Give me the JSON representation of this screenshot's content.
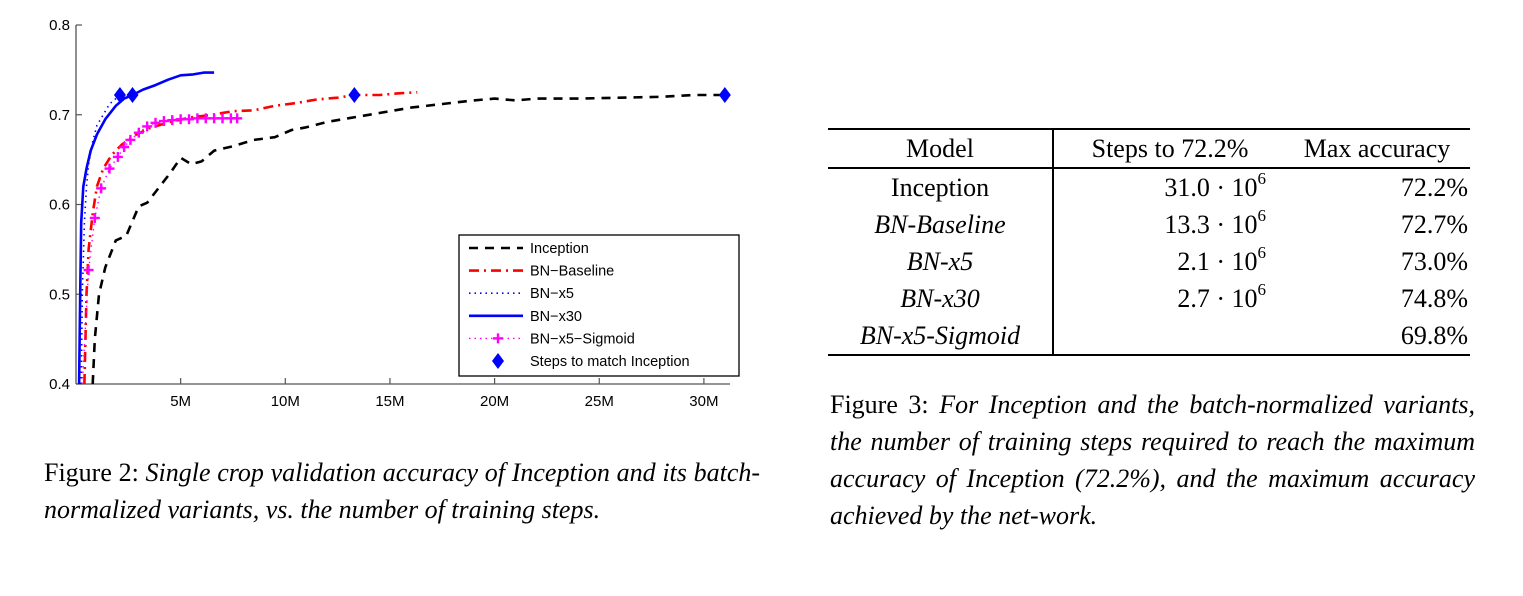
{
  "chart_data": {
    "type": "line",
    "title": "",
    "xlabel": "",
    "ylabel": "",
    "xlim": [
      0,
      31.5
    ],
    "ylim": [
      0.4,
      0.8
    ],
    "x_unit": "M steps",
    "xticks": [
      5,
      10,
      15,
      20,
      25,
      30
    ],
    "xtick_labels": [
      "5M",
      "10M",
      "15M",
      "20M",
      "25M",
      "30M"
    ],
    "yticks": [
      0.4,
      0.5,
      0.6,
      0.7,
      0.8
    ],
    "ytick_labels": [
      "0.4",
      "0.5",
      "0.6",
      "0.7",
      "0.8"
    ],
    "grid": false,
    "legend_position": "bottom-right",
    "series": [
      {
        "name": "Inception",
        "style": "dashed",
        "color": "#000000",
        "x": [
          0.8,
          0.9,
          1.1,
          1.4,
          1.9,
          2.4,
          3.0,
          3.4,
          4.0,
          4.5,
          5.0,
          5.5,
          6.0,
          6.6,
          7.5,
          8.5,
          9.5,
          10.3,
          11.0,
          12.0,
          13.0,
          14.0,
          15.0,
          16.0,
          17.5,
          19.0,
          20.0,
          21.0,
          22.0,
          24.0,
          26.0,
          28.0,
          29.5,
          31.0
        ],
        "y": [
          0.4,
          0.45,
          0.5,
          0.53,
          0.56,
          0.565,
          0.598,
          0.602,
          0.62,
          0.635,
          0.652,
          0.645,
          0.648,
          0.66,
          0.665,
          0.672,
          0.675,
          0.683,
          0.686,
          0.692,
          0.696,
          0.7,
          0.704,
          0.708,
          0.712,
          0.716,
          0.718,
          0.716,
          0.718,
          0.718,
          0.719,
          0.72,
          0.722,
          0.722
        ]
      },
      {
        "name": "BN-Baseline",
        "style": "dash-dot",
        "color": "#ff0000",
        "x": [
          0.4,
          0.5,
          0.6,
          0.8,
          1.0,
          1.3,
          1.7,
          2.2,
          2.8,
          3.5,
          4.5,
          5.5,
          6.5,
          7.5,
          8.5,
          9.5,
          10.5,
          11.5,
          12.5,
          13.3,
          14.5,
          15.5,
          16.3
        ],
        "y": [
          0.4,
          0.5,
          0.55,
          0.59,
          0.62,
          0.64,
          0.655,
          0.667,
          0.677,
          0.685,
          0.692,
          0.697,
          0.7,
          0.704,
          0.705,
          0.71,
          0.713,
          0.717,
          0.719,
          0.722,
          0.722,
          0.724,
          0.725
        ]
      },
      {
        "name": "BN-x5",
        "style": "dotted",
        "color": "#0000ff",
        "x": [
          0.25,
          0.3,
          0.4,
          0.5,
          0.6,
          0.8,
          1.0,
          1.3,
          1.6,
          2.1
        ],
        "y": [
          0.4,
          0.5,
          0.58,
          0.62,
          0.645,
          0.67,
          0.688,
          0.7,
          0.712,
          0.722
        ]
      },
      {
        "name": "BN-x30",
        "style": "solid",
        "color": "#0000ff",
        "x": [
          0.15,
          0.2,
          0.25,
          0.35,
          0.5,
          0.7,
          1.0,
          1.4,
          1.9,
          2.3,
          2.7,
          3.2,
          3.8,
          4.4,
          5.0,
          5.6,
          6.1,
          6.6
        ],
        "y": [
          0.4,
          0.5,
          0.58,
          0.62,
          0.64,
          0.66,
          0.678,
          0.695,
          0.71,
          0.718,
          0.722,
          0.728,
          0.733,
          0.739,
          0.744,
          0.745,
          0.747,
          0.747
        ]
      },
      {
        "name": "BN-x5-Sigmoid",
        "style": "dotted-plus",
        "color": "#ff00ff",
        "x": [
          0.3,
          0.6,
          0.9,
          1.2,
          1.6,
          2.0,
          2.3,
          2.6,
          3.0,
          3.4,
          3.8,
          4.2,
          4.6,
          5.0,
          5.4,
          5.8,
          6.2,
          6.6,
          7.0,
          7.4,
          7.7
        ],
        "y": [
          0.4,
          0.527,
          0.585,
          0.618,
          0.64,
          0.653,
          0.664,
          0.672,
          0.68,
          0.687,
          0.691,
          0.693,
          0.694,
          0.695,
          0.695,
          0.696,
          0.696,
          0.696,
          0.696,
          0.696,
          0.696
        ]
      }
    ],
    "markers": {
      "name": "Steps to match Inception",
      "shape": "diamond",
      "color": "#0000ff",
      "points": [
        {
          "series": "BN-x5",
          "x": 2.1,
          "y": 0.722
        },
        {
          "series": "BN-x30",
          "x": 2.7,
          "y": 0.722
        },
        {
          "series": "BN-Baseline",
          "x": 13.3,
          "y": 0.722
        },
        {
          "series": "Inception",
          "x": 31.0,
          "y": 0.722
        }
      ]
    },
    "legend": [
      {
        "label": "Inception",
        "style": "dashed",
        "color": "#000000"
      },
      {
        "label": "BN−Baseline",
        "style": "dash-dot",
        "color": "#ff0000"
      },
      {
        "label": "BN−x5",
        "style": "dotted",
        "color": "#0000ff"
      },
      {
        "label": "BN−x30",
        "style": "solid",
        "color": "#0000ff"
      },
      {
        "label": "BN−x5−Sigmoid",
        "style": "dotted-plus",
        "color": "#ff00ff"
      },
      {
        "label": "Steps to match Inception",
        "style": "diamond",
        "color": "#0000ff"
      }
    ]
  },
  "figure2": {
    "label": "Figure 2:",
    "text": "Single crop validation accuracy of Inception and its batch-normalized variants, vs.  the number of training steps."
  },
  "table": {
    "headers": [
      "Model",
      "Steps to 72.2%",
      "Max accuracy"
    ],
    "rows": [
      {
        "model": "Inception",
        "italic": false,
        "steps_mantissa": "31.0",
        "steps_exp": "6",
        "max_accuracy": "72.2%"
      },
      {
        "model": "BN-Baseline",
        "italic": true,
        "steps_mantissa": "13.3",
        "steps_exp": "6",
        "max_accuracy": "72.7%"
      },
      {
        "model": "BN-x5",
        "italic": true,
        "steps_mantissa": "2.1",
        "steps_exp": "6",
        "max_accuracy": "73.0%"
      },
      {
        "model": "BN-x30",
        "italic": true,
        "steps_mantissa": "2.7",
        "steps_exp": "6",
        "max_accuracy": "74.8%"
      },
      {
        "model": "BN-x5-Sigmoid",
        "italic": true,
        "steps_mantissa": "",
        "steps_exp": "",
        "max_accuracy": "69.8%"
      }
    ],
    "steps_base": "10",
    "dot": "·"
  },
  "figure3": {
    "label": "Figure 3:",
    "text": "For Inception and the batch-normalized variants, the number of training steps required to reach the maximum accuracy of Inception (72.2%), and the maximum accuracy achieved by the net-work."
  }
}
